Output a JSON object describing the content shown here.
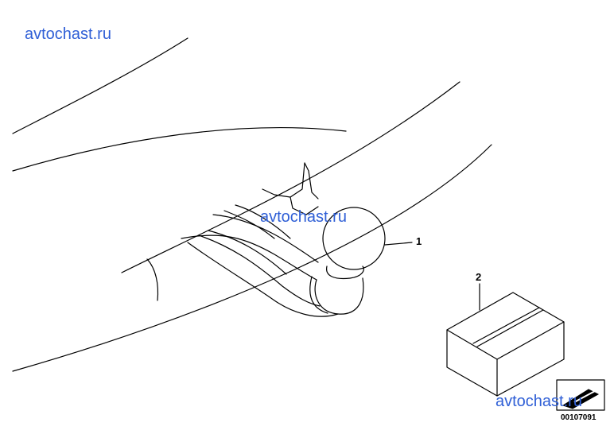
{
  "watermark": {
    "text_1": "avtochast.ru",
    "text_2": "avtochast.ru",
    "text_3": "avtochast.ru"
  },
  "callouts": {
    "part_1": "1",
    "part_2": "2"
  },
  "catalog_number": "00107091"
}
